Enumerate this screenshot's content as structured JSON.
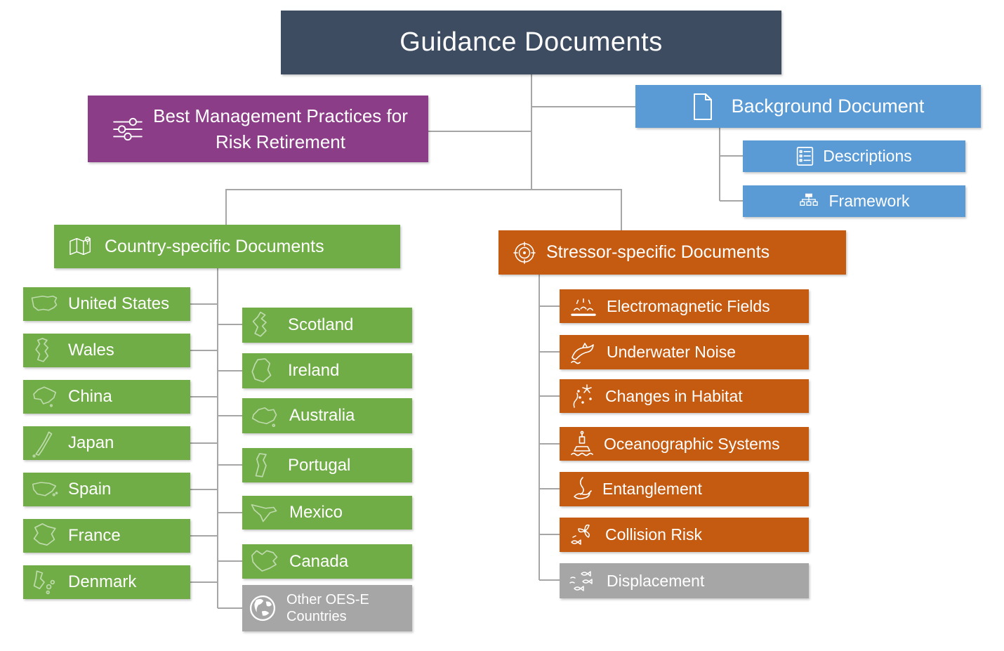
{
  "colors": {
    "slate": "#3E4C62",
    "purple": "#8C3D88",
    "blue": "#5B9BD5",
    "green": "#70AD47",
    "orange": "#C55A11",
    "gray": "#A6A6A6",
    "connector": "#A6A6A6",
    "text": "#FFFFFF"
  },
  "root": {
    "label": "Guidance Documents"
  },
  "branches": {
    "best_management": {
      "label": "Best Management Practices for Risk Retirement",
      "icon": "sliders-icon"
    },
    "background": {
      "label": "Background Document",
      "icon": "document-icon",
      "children": [
        {
          "label": "Descriptions",
          "icon": "list-icon"
        },
        {
          "label": "Framework",
          "icon": "org-chart-icon"
        }
      ]
    },
    "country": {
      "label": "Country-specific Documents",
      "icon": "map-pin-icon",
      "left": [
        {
          "label": "United States",
          "icon": "united-states-map-icon"
        },
        {
          "label": "Wales",
          "icon": "wales-map-icon"
        },
        {
          "label": "China",
          "icon": "china-map-icon"
        },
        {
          "label": "Japan",
          "icon": "japan-map-icon"
        },
        {
          "label": "Spain",
          "icon": "spain-map-icon"
        },
        {
          "label": "France",
          "icon": "france-map-icon"
        },
        {
          "label": "Denmark",
          "icon": "denmark-map-icon"
        }
      ],
      "right": [
        {
          "label": "Scotland",
          "icon": "scotland-map-icon"
        },
        {
          "label": "Ireland",
          "icon": "ireland-map-icon"
        },
        {
          "label": "Australia",
          "icon": "australia-map-icon"
        },
        {
          "label": "Portugal",
          "icon": "portugal-map-icon"
        },
        {
          "label": "Mexico",
          "icon": "mexico-map-icon"
        },
        {
          "label": "Canada",
          "icon": "canada-map-icon"
        },
        {
          "label": "Other OES-E Countries",
          "icon": "globe-icon",
          "variant": "gray"
        }
      ]
    },
    "stressor": {
      "label": "Stressor-specific Documents",
      "icon": "target-icon",
      "items": [
        {
          "label": "Electromagnetic Fields",
          "icon": "electromagnetic-fields-icon"
        },
        {
          "label": "Underwater Noise",
          "icon": "underwater-noise-icon"
        },
        {
          "label": "Changes in Habitat",
          "icon": "changes-in-habitat-icon"
        },
        {
          "label": "Oceanographic Systems",
          "icon": "oceanographic-systems-icon"
        },
        {
          "label": "Entanglement",
          "icon": "entanglement-icon"
        },
        {
          "label": "Collision Risk",
          "icon": "collision-risk-icon"
        },
        {
          "label": "Displacement",
          "icon": "displacement-icon",
          "variant": "gray"
        }
      ]
    }
  }
}
